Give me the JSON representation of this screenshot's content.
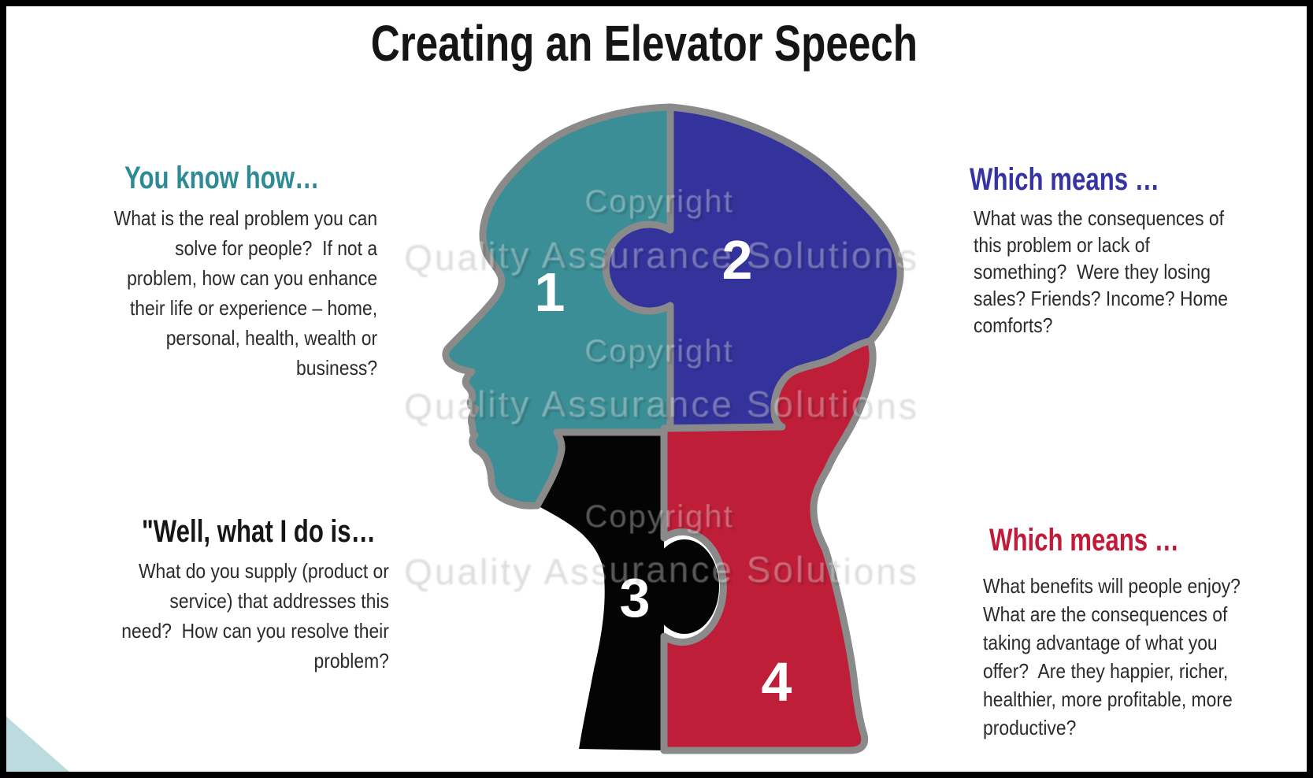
{
  "title": "Creating an Elevator Speech",
  "blocks": {
    "top_left": {
      "heading": "You know how…",
      "heading_color": "#2E8B96",
      "body": "What is the real problem you can\nsolve for people?  If not a\nproblem, how can you enhance\ntheir life or experience – home,\npersonal, health, wealth or\nbusiness?"
    },
    "top_right": {
      "heading": "Which means …",
      "heading_color": "#3634A3",
      "body": "What was the consequences of\nthis problem or lack of\nsomething?  Were they losing\nsales? Friends? Income? Home\ncomforts?"
    },
    "bottom_left": {
      "heading": "\"Well, what I do is…",
      "heading_color": "#161616",
      "body": "What do you supply (product or\nservice) that addresses this\nneed?  How can you resolve their\nproblem?"
    },
    "bottom_right": {
      "heading": "Which means …",
      "heading_color": "#C21B3A",
      "body": "What benefits will people enjoy?\nWhat are the consequences of\ntaking advantage of what you\noffer?  Are they happier, richer,\nhealthier, more profitable, more\nproductive?"
    }
  },
  "puzzle": {
    "outline_color": "#8A8A8A",
    "number_color": "#FFFFFF",
    "pieces": [
      {
        "number": "1",
        "color": "#3B8E96"
      },
      {
        "number": "2",
        "color": "#34339C"
      },
      {
        "number": "3",
        "color": "#040404"
      },
      {
        "number": "4",
        "color": "#BE1E38"
      }
    ]
  },
  "watermark": {
    "rows": [
      "Copyright",
      "Quality Assurance Solutions",
      "Copyright",
      "Quality Assurance Solutions",
      "Copyright",
      "Quality Assurance Solutions"
    ]
  },
  "corner_triangle_color": "#BBDBDE"
}
